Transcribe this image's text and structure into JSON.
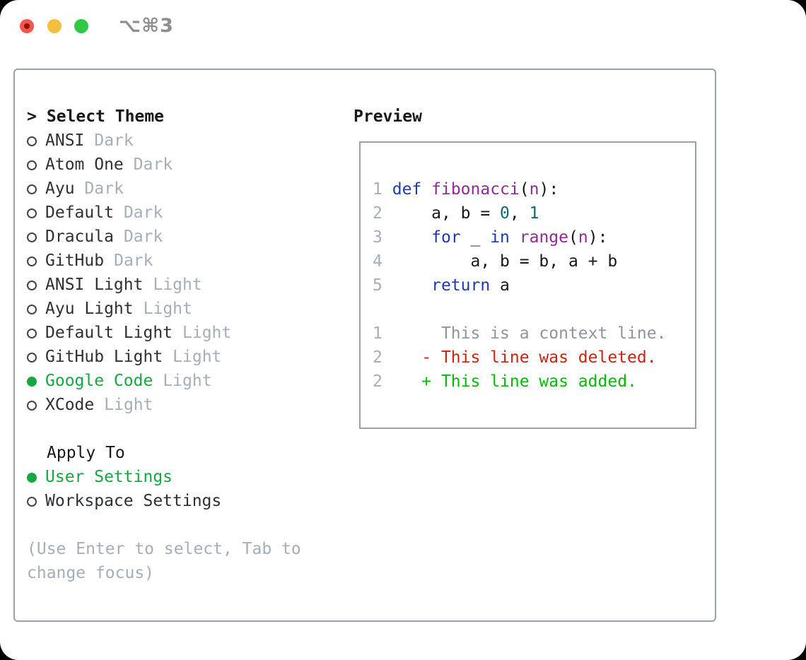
{
  "window": {
    "title": "⌥⌘3",
    "traffic_lights": [
      "close",
      "minimize",
      "zoom"
    ]
  },
  "theme_panel": {
    "header": {
      "pointer": ">",
      "label": "Select Theme"
    },
    "items": [
      {
        "name": "ANSI",
        "variant": "Dark",
        "selected": false
      },
      {
        "name": "Atom One",
        "variant": "Dark",
        "selected": false
      },
      {
        "name": "Ayu",
        "variant": "Dark",
        "selected": false
      },
      {
        "name": "Default",
        "variant": "Dark",
        "selected": false
      },
      {
        "name": "Dracula",
        "variant": "Dark",
        "selected": false
      },
      {
        "name": "GitHub",
        "variant": "Dark",
        "selected": false
      },
      {
        "name": "ANSI Light",
        "variant": "Light",
        "selected": false
      },
      {
        "name": "Ayu Light",
        "variant": "Light",
        "selected": false
      },
      {
        "name": "Default Light",
        "variant": "Light",
        "selected": false
      },
      {
        "name": "GitHub Light",
        "variant": "Light",
        "selected": false
      },
      {
        "name": "Google Code",
        "variant": "Light",
        "selected": true
      },
      {
        "name": "XCode",
        "variant": "Light",
        "selected": false
      }
    ],
    "apply_to": {
      "label": "Apply To",
      "options": [
        {
          "name": "User Settings",
          "selected": true
        },
        {
          "name": "Workspace Settings",
          "selected": false
        }
      ]
    },
    "hint_lines": [
      "(Use Enter to select, Tab to",
      "change focus)"
    ]
  },
  "preview": {
    "header": "Preview",
    "code_lines": [
      {
        "num": "1",
        "tokens": [
          [
            " ",
            ""
          ],
          [
            "def",
            "kw"
          ],
          [
            " ",
            ""
          ],
          [
            "fibonacci",
            "fn"
          ],
          [
            "(",
            ""
          ],
          [
            "n",
            "fn"
          ],
          [
            "):",
            ""
          ]
        ]
      },
      {
        "num": "2",
        "tokens": [
          [
            "     a, b = ",
            ""
          ],
          [
            "0",
            "num"
          ],
          [
            ", ",
            ""
          ],
          [
            "1",
            "num"
          ]
        ]
      },
      {
        "num": "3",
        "tokens": [
          [
            "     ",
            ""
          ],
          [
            "for",
            "kw"
          ],
          [
            " _ ",
            ""
          ],
          [
            "in",
            "kw"
          ],
          [
            " ",
            ""
          ],
          [
            "range",
            "fn"
          ],
          [
            "(",
            ""
          ],
          [
            "n",
            "fn"
          ],
          [
            "):",
            ""
          ]
        ]
      },
      {
        "num": "4",
        "tokens": [
          [
            "         a, b = b, a + b",
            ""
          ]
        ]
      },
      {
        "num": "5",
        "tokens": [
          [
            "     ",
            ""
          ],
          [
            "return",
            "kw"
          ],
          [
            " a",
            ""
          ]
        ]
      },
      {
        "num": "",
        "tokens": []
      },
      {
        "num": "1",
        "tokens": [
          [
            "      This is a context line.",
            "ctx"
          ]
        ]
      },
      {
        "num": "2",
        "tokens": [
          [
            "    ",
            ""
          ],
          [
            "- This line was deleted.",
            "del"
          ]
        ]
      },
      {
        "num": "2",
        "tokens": [
          [
            "    ",
            ""
          ],
          [
            "+ This line was added.",
            "add"
          ]
        ]
      }
    ]
  },
  "colors": {
    "accent_green": "#17a643",
    "diff_added_green": "#00bb00",
    "diff_deleted_red": "#c5260e",
    "keyword_blue": "#1e3bad",
    "function_purple": "#8c2d92",
    "number_teal": "#0f6a6a",
    "muted_gray": "#a6aeba",
    "context_gray": "#8f959d",
    "ink": "#17191c",
    "item_gray": "#2d3136",
    "border_gray": "#9aa1ab",
    "titlebar_gray": "#8e8e8e",
    "light_red": "#f5564c",
    "light_yellow": "#f6be40",
    "light_green": "#2fc944"
  }
}
